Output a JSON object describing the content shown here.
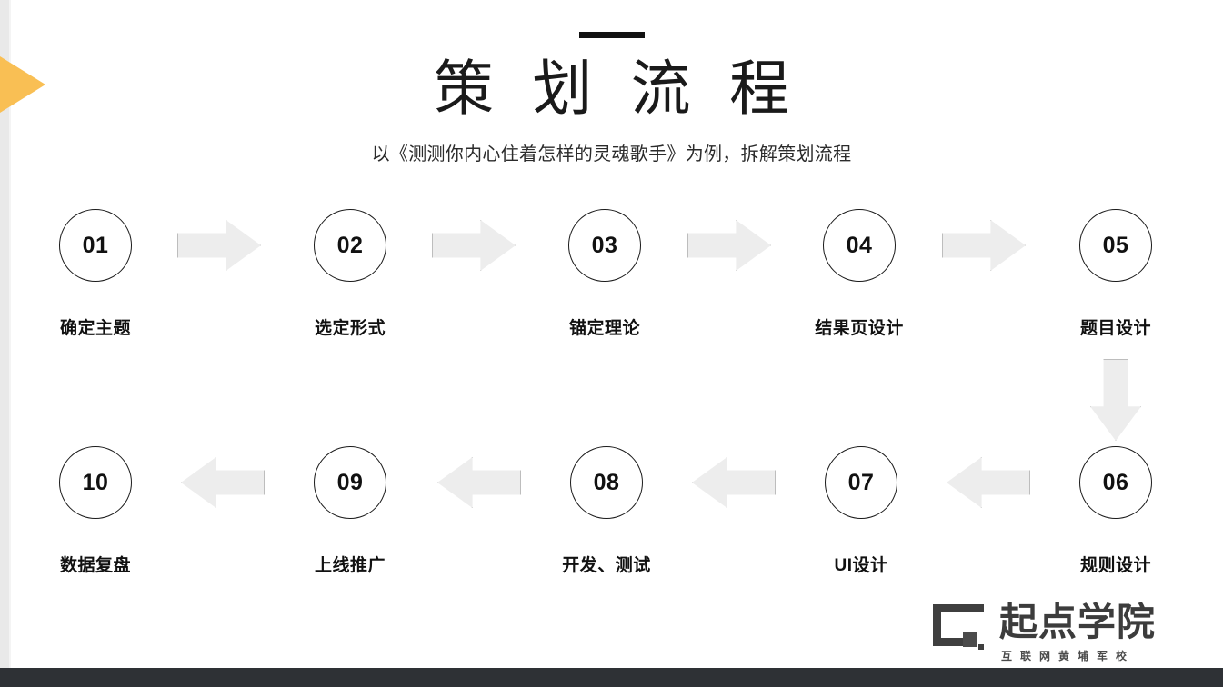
{
  "slide": {
    "title": "策 划 流 程",
    "subtitle": "以《测测你内心住着怎样的灵魂歌手》为例，拆解策划流程",
    "accent_color": "#f9bf54",
    "bottom_bar_color": "#2e3135",
    "arrow_fill": "#ededed",
    "arrow_border": "#bdbdbd"
  },
  "flow": {
    "row1": [
      {
        "number": "01",
        "label": "确定主题"
      },
      {
        "number": "02",
        "label": "选定形式"
      },
      {
        "number": "03",
        "label": "锚定理论"
      },
      {
        "number": "04",
        "label": "结果页设计"
      },
      {
        "number": "05",
        "label": "题目设计"
      }
    ],
    "row2": [
      {
        "number": "10",
        "label": "数据复盘"
      },
      {
        "number": "09",
        "label": "上线推广"
      },
      {
        "number": "08",
        "label": "开发、测试"
      },
      {
        "number": "07",
        "label": "UI设计"
      },
      {
        "number": "06",
        "label": "规则设计"
      }
    ]
  },
  "logo": {
    "name": "起点学院",
    "tagline": "互联网黄埔军校"
  }
}
